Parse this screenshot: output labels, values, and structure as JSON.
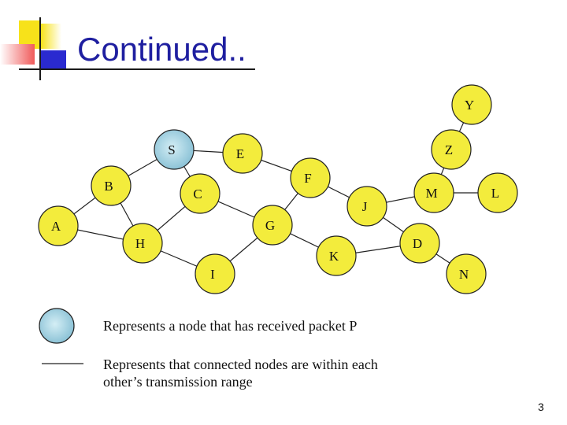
{
  "slide": {
    "title": "Continued..",
    "page_number": "3"
  },
  "colors": {
    "title": "#1f1fa0",
    "node_fill": "#f3ec3c",
    "received_fill": "#a9d6e6",
    "edge": "#222222",
    "deco_yellow": "#f7e21a",
    "deco_red": "#f05a5a",
    "deco_blue": "#2a2ad0"
  },
  "graph": {
    "nodes": [
      {
        "id": "S",
        "label": "S",
        "received": true
      },
      {
        "id": "E",
        "label": "E",
        "received": false
      },
      {
        "id": "B",
        "label": "B",
        "received": false
      },
      {
        "id": "C",
        "label": "C",
        "received": false
      },
      {
        "id": "F",
        "label": "F",
        "received": false
      },
      {
        "id": "A",
        "label": "A",
        "received": false
      },
      {
        "id": "H",
        "label": "H",
        "received": false
      },
      {
        "id": "G",
        "label": "G",
        "received": false
      },
      {
        "id": "I",
        "label": "I",
        "received": false
      },
      {
        "id": "K",
        "label": "K",
        "received": false
      },
      {
        "id": "J",
        "label": "J",
        "received": false
      },
      {
        "id": "D",
        "label": "D",
        "received": false
      },
      {
        "id": "M",
        "label": "M",
        "received": false
      },
      {
        "id": "L",
        "label": "L",
        "received": false
      },
      {
        "id": "N",
        "label": "N",
        "received": false
      },
      {
        "id": "Z",
        "label": "Z",
        "received": false
      },
      {
        "id": "Y",
        "label": "Y",
        "received": false
      }
    ],
    "edges": [
      [
        "S",
        "E"
      ],
      [
        "S",
        "B"
      ],
      [
        "S",
        "C"
      ],
      [
        "E",
        "F"
      ],
      [
        "B",
        "A"
      ],
      [
        "B",
        "H"
      ],
      [
        "C",
        "H"
      ],
      [
        "C",
        "G"
      ],
      [
        "F",
        "G"
      ],
      [
        "F",
        "J"
      ],
      [
        "A",
        "H"
      ],
      [
        "H",
        "I"
      ],
      [
        "G",
        "I"
      ],
      [
        "G",
        "K"
      ],
      [
        "K",
        "D"
      ],
      [
        "J",
        "M"
      ],
      [
        "J",
        "D"
      ],
      [
        "M",
        "L"
      ],
      [
        "M",
        "Z"
      ],
      [
        "D",
        "N"
      ],
      [
        "Z",
        "Y"
      ]
    ]
  },
  "legend": {
    "received_label": "Represents a node that has received packet P",
    "range_label": "Represents that connected nodes are within each other’s transmission range"
  }
}
